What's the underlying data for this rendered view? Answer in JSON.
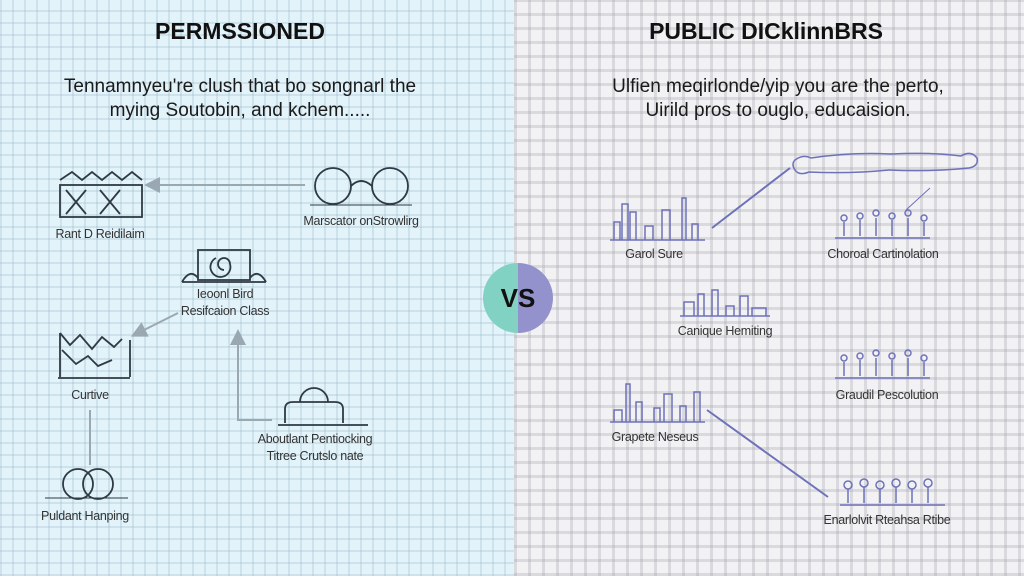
{
  "left": {
    "title": "PERMSSIONED",
    "subtitle": [
      "Tennamnyeu're clush that bo songnarl the",
      "mying Soutobin, and kchem....."
    ],
    "nodes": [
      {
        "icon": "fence-icon",
        "label": [
          "Rant D Reidilaim"
        ]
      },
      {
        "icon": "rings-icon",
        "label": [
          "Marscator onStrowlirg"
        ]
      },
      {
        "icon": "swirl-icon",
        "label": [
          "Ieoonl Bird",
          "Resifcaion Class"
        ]
      },
      {
        "icon": "thicket-icon",
        "label": [
          "Curtive"
        ]
      },
      {
        "icon": "linked-circles-icon",
        "label": [
          "Puldant Hanping"
        ]
      },
      {
        "icon": "dome-icon",
        "label": [
          "Aboutlant Pentiocking",
          "Titree Crutslo nate"
        ]
      }
    ]
  },
  "vs": "VS",
  "right": {
    "title": "PUBLIC DICklinnBRS",
    "subtitle": [
      "Ulfien meqirlonde/yip you are the perto,",
      "Uirild pros to ouglo, educaision."
    ],
    "nodes": [
      {
        "icon": "city-skyline-icon",
        "label": "Garol Sure"
      },
      {
        "icon": "chess-pieces-icon",
        "label": "Choroal Cartinolation"
      },
      {
        "icon": "city-skyline-icon",
        "label": "Canique Hemiting"
      },
      {
        "icon": "chess-pieces-icon",
        "label": "Graudil Pescolution"
      },
      {
        "icon": "city-skyline-icon",
        "label": "Grapete Neseus"
      },
      {
        "icon": "chess-pieces-icon",
        "label": "Enarlolvit Rteahsa Rtibe"
      }
    ]
  },
  "colors": {
    "left_bg": "#e3f3fa",
    "right_bg": "#f2f2f4",
    "vs_left": "#82d2c4",
    "vs_right": "#9392cc",
    "right_ink": "#6e72b8",
    "left_ink": "#3a4a55"
  }
}
